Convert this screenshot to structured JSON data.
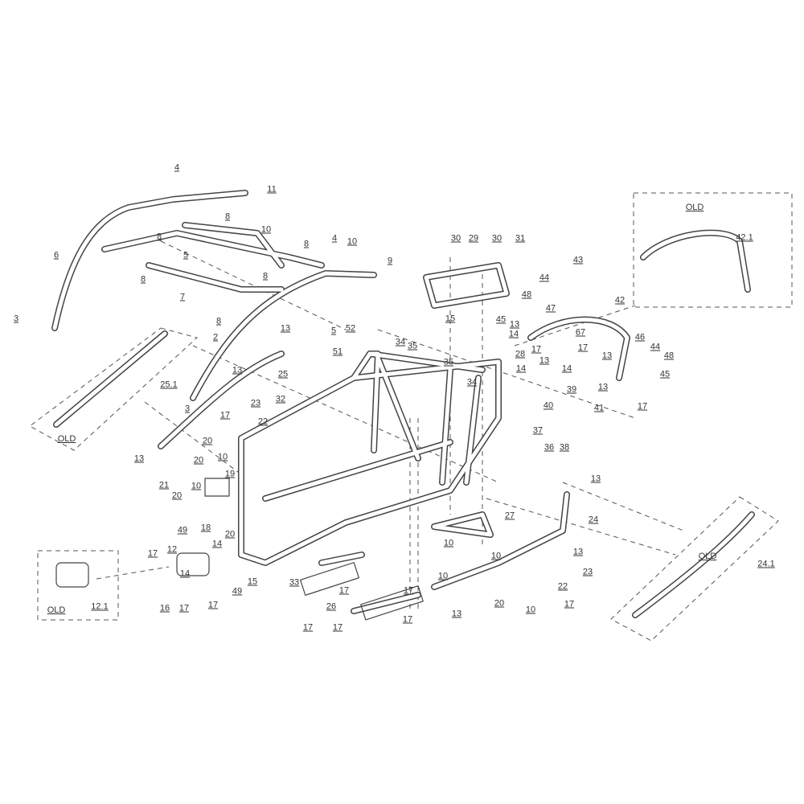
{
  "diagram": {
    "type": "exploded parts diagram",
    "inset_label": "OLD",
    "labels": [
      "4",
      "11",
      "8",
      "10",
      "6",
      "8",
      "5",
      "8",
      "4",
      "10",
      "9",
      "8",
      "7",
      "8",
      "8",
      "3",
      "2",
      "5",
      "13",
      "52",
      "51",
      "13",
      "25",
      "25.1",
      "3",
      "23",
      "17",
      "22",
      "32",
      "13",
      "20",
      "10",
      "20",
      "21",
      "20",
      "19",
      "10",
      "18",
      "20",
      "49",
      "14",
      "17",
      "12",
      "14",
      "15",
      "49",
      "16",
      "17",
      "17",
      "12.1",
      "33",
      "26",
      "17",
      "17",
      "17",
      "17",
      "30",
      "29",
      "30",
      "31",
      "43",
      "44",
      "48",
      "47",
      "42",
      "15",
      "45",
      "13",
      "14",
      "34",
      "35",
      "67",
      "17",
      "13",
      "46",
      "44",
      "48",
      "45",
      "28",
      "17",
      "13",
      "14",
      "35",
      "34",
      "13",
      "17",
      "39",
      "40",
      "41",
      "37",
      "36",
      "38",
      "13",
      "27",
      "24",
      "10",
      "10",
      "10",
      "13",
      "23",
      "22",
      "17",
      "20",
      "10",
      "13",
      "42.1",
      "24.1",
      "17",
      "14"
    ]
  }
}
